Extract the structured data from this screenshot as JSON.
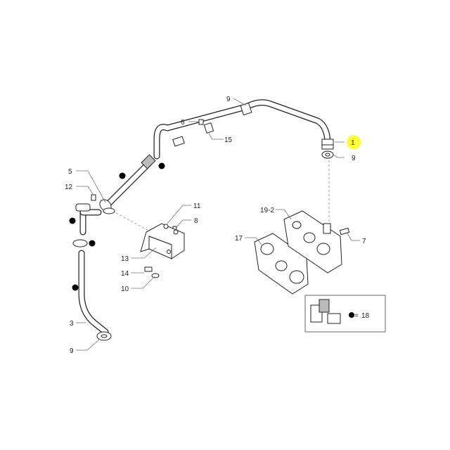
{
  "callouts": {
    "c1": "1",
    "c9_top": "9",
    "c9_right": "9",
    "c6": "6",
    "c15": "15",
    "c5": "5",
    "c12": "12",
    "c11": "11",
    "c8": "8",
    "c13": "13",
    "c14": "14",
    "c10": "10",
    "c3": "3",
    "c9_bottom": "9",
    "c19_2": "19-2",
    "c17": "17",
    "c7": "7"
  },
  "legend": {
    "equals": "=",
    "number": "18"
  },
  "colors": {
    "highlight": "#ffff33",
    "line": "#222222",
    "leader": "#777777"
  }
}
